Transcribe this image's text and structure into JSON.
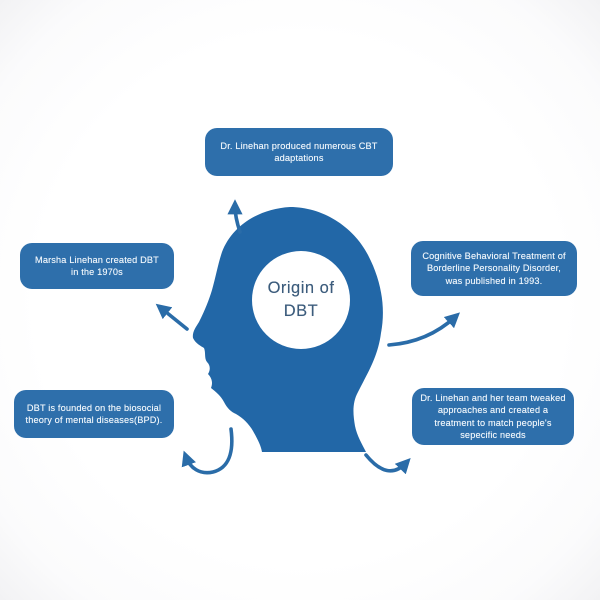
{
  "title": "Origin of\nDBT",
  "colors": {
    "head_fill": "#2267a7",
    "node_fill": "#2e6fab",
    "arrow_stroke": "#2a6ca8",
    "node_text": "#eef5fb",
    "center_text": "#3c5c7c",
    "background": "#ffffff"
  },
  "nodes": {
    "top": {
      "label": "Dr. Linehan produced numerous CBT\nadaptations"
    },
    "left": {
      "label": "Marsha Linehan created DBT\nin the 1970s"
    },
    "bottom_left": {
      "label": "DBT is founded on the biosocial\ntheory of mental diseases(BPD)."
    },
    "right": {
      "label": "Cognitive Behavioral Treatment of\nBorderline Personality Disorder,\nwas published in 1993."
    },
    "bottom_right": {
      "label": "Dr. Linehan and her team tweaked\napproaches and created a\ntreatment to match people's\nsepecific needs"
    }
  },
  "icons": {
    "center": "head-profile-silhouette-icon",
    "arrows": [
      "arrow-up-icon",
      "arrow-upper-left-icon",
      "arrow-upper-right-icon",
      "arrow-lower-left-icon",
      "arrow-lower-right-icon"
    ]
  }
}
